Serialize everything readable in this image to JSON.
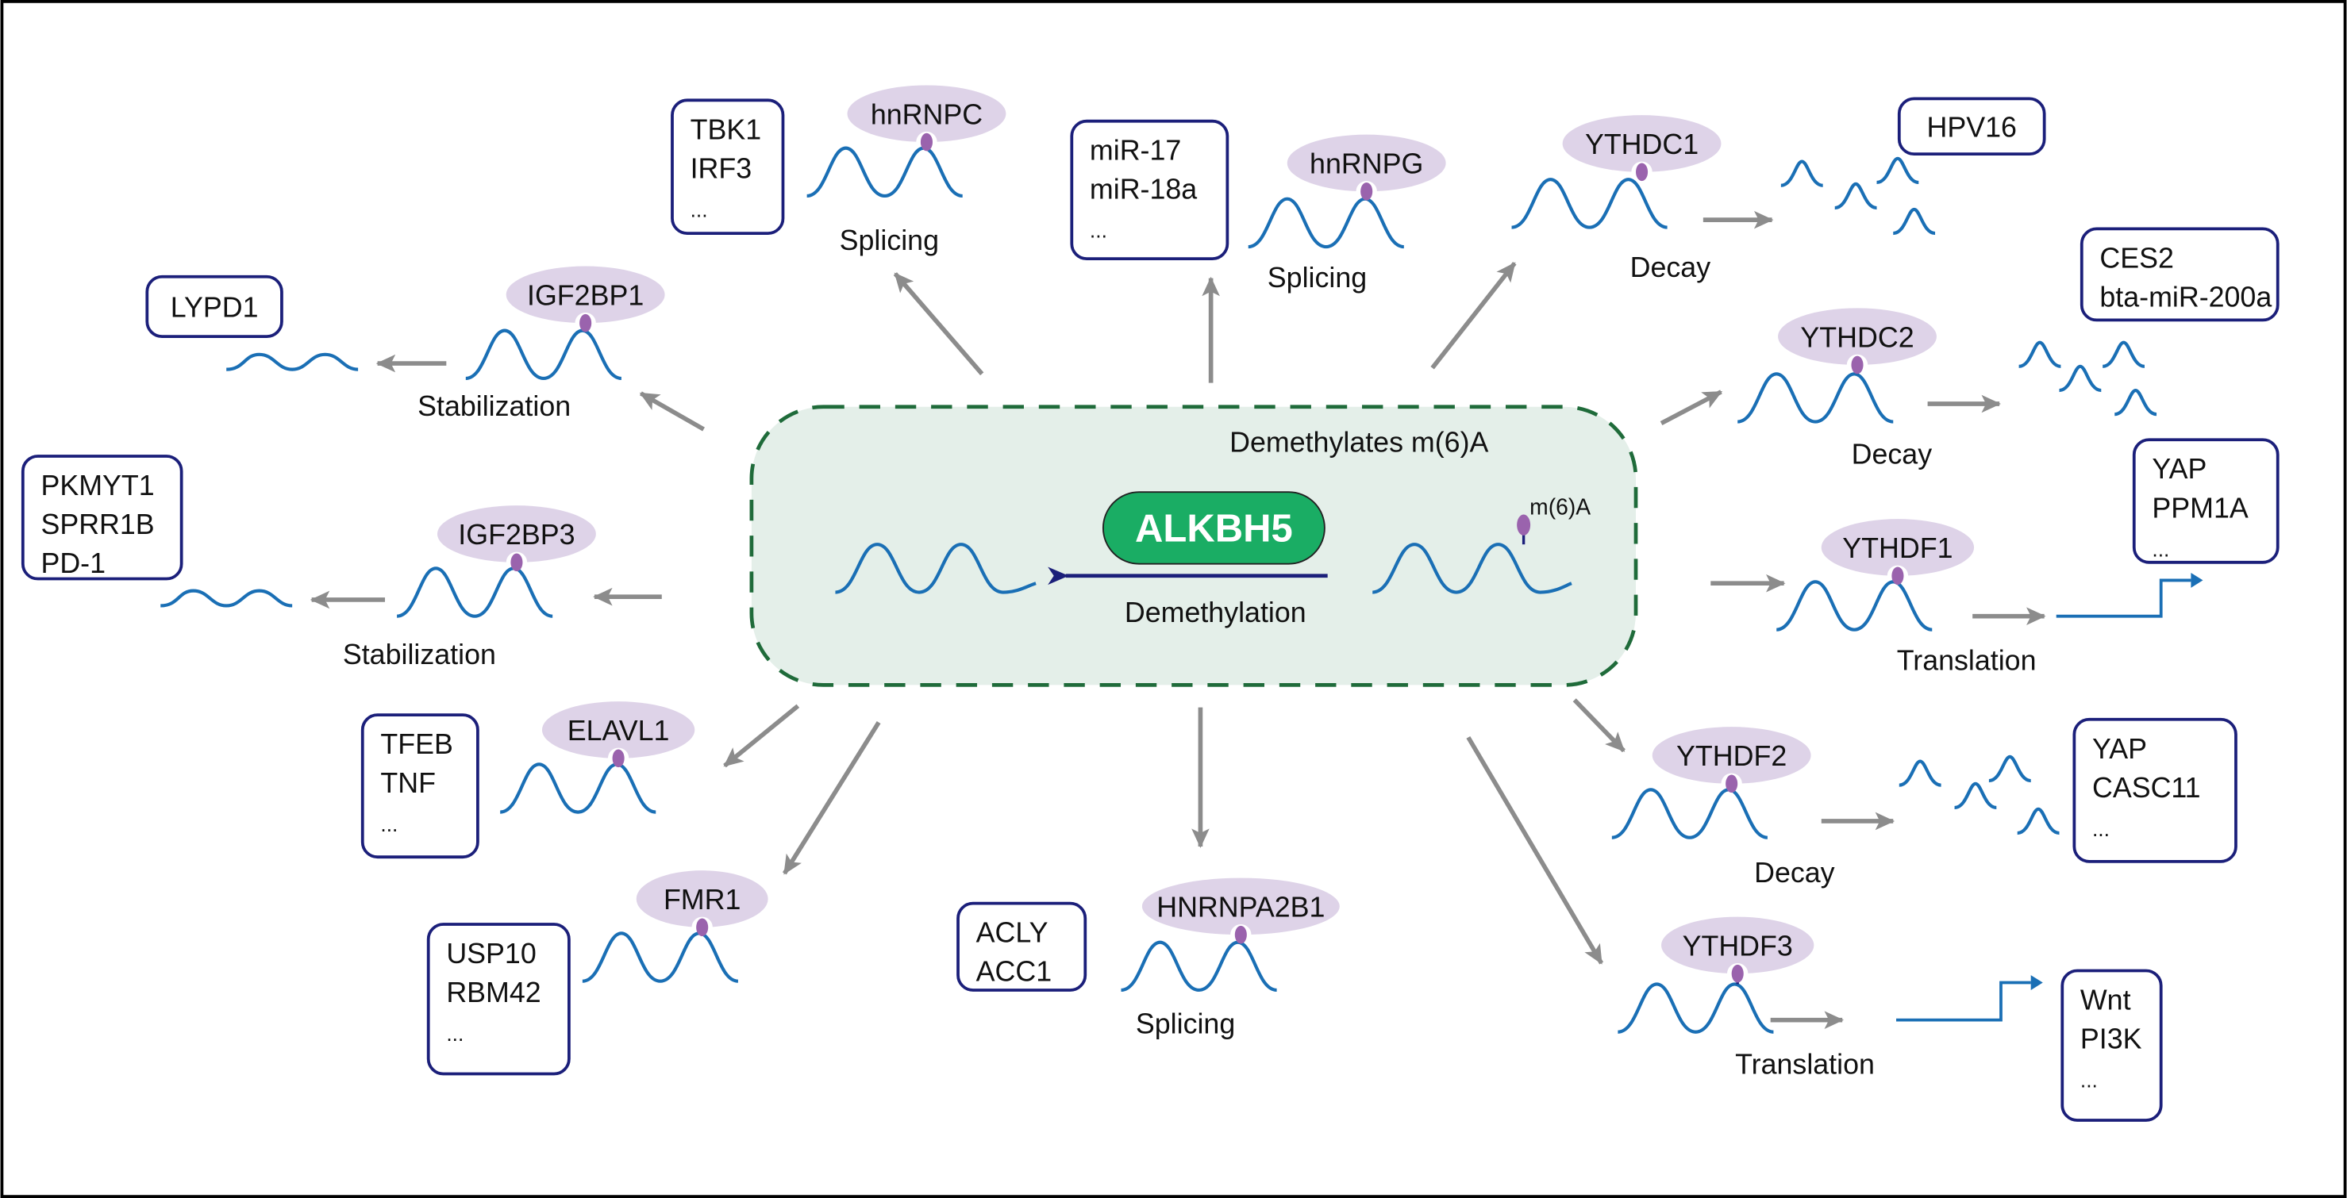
{
  "center": {
    "title": "Demethylates m(6)A",
    "enzyme": "ALKBH5",
    "process": "Demethylation",
    "mark": "m(6)A"
  },
  "colors": {
    "enzyme_fill": "#1aad64",
    "region_fill": "#e4efe9",
    "region_border": "#1f6b3a",
    "reader_fill": "#ded3e8",
    "rna_stroke": "#1a6fb5",
    "box_stroke": "#1b1f7a",
    "arrow": "#8c8c8c",
    "m6a_dot": "#9a63ad"
  },
  "readers": {
    "igf2bp1": {
      "name": "IGF2BP1",
      "effect": "Stabilization",
      "targets": [
        "LYPD1"
      ]
    },
    "hnrnpc": {
      "name": "hnRNPC",
      "effect": "Splicing",
      "targets": [
        "TBK1",
        "IRF3",
        "..."
      ]
    },
    "hnrnpg": {
      "name": "hnRNPG",
      "effect": "Splicing",
      "targets": [
        "miR-17",
        "miR-18a",
        "..."
      ]
    },
    "ythdc1": {
      "name": "YTHDC1",
      "effect": "Decay",
      "targets": [
        "HPV16"
      ]
    },
    "ythdc2": {
      "name": "YTHDC2",
      "effect": "Decay",
      "targets": [
        "CES2",
        "bta-miR-200a"
      ]
    },
    "ythdf1": {
      "name": "YTHDF1",
      "effect": "Translation",
      "targets": [
        "YAP",
        "PPM1A",
        "..."
      ]
    },
    "igf2bp3": {
      "name": "IGF2BP3",
      "effect": "Stabilization",
      "targets": [
        "PKMYT1",
        "SPRR1B",
        "PD-1"
      ]
    },
    "elavl1": {
      "name": "ELAVL1",
      "effect": "",
      "targets": [
        "TFEB",
        "TNF",
        "..."
      ]
    },
    "fmr1": {
      "name": "FMR1",
      "effect": "",
      "targets": [
        "USP10",
        "RBM42",
        "..."
      ]
    },
    "hnrnpa2b1": {
      "name": "HNRNPA2B1",
      "effect": "Splicing",
      "targets": [
        "ACLY",
        "ACC1"
      ]
    },
    "ythdf2": {
      "name": "YTHDF2",
      "effect": "Decay",
      "targets": [
        "YAP",
        "CASC11",
        "..."
      ]
    },
    "ythdf3": {
      "name": "YTHDF3",
      "effect": "Translation",
      "targets": [
        "Wnt",
        "PI3K",
        "..."
      ]
    }
  }
}
